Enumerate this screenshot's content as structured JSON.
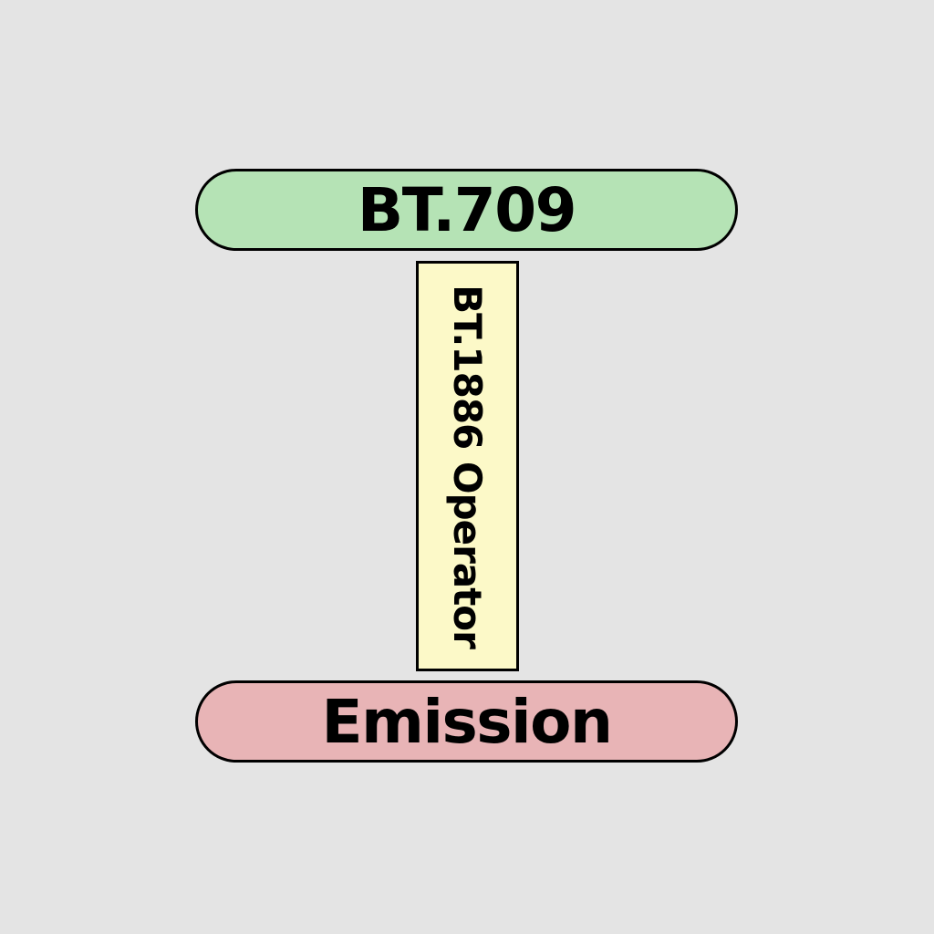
{
  "diagram": {
    "background_color": "#e4e4e4",
    "border_color": "#000000",
    "nodes": {
      "bt709": {
        "label": "BT.709",
        "shape": "rounded-pill",
        "fill": "#b5e3b5"
      },
      "bt1886_operator": {
        "label": "BT.1886 Operator",
        "shape": "vertical-rect",
        "text_rotation": "90deg clockwise",
        "fill": "#fcf9c8"
      },
      "emission": {
        "label": "Emission",
        "shape": "rounded-pill",
        "fill": "#e8b4b6"
      }
    }
  }
}
